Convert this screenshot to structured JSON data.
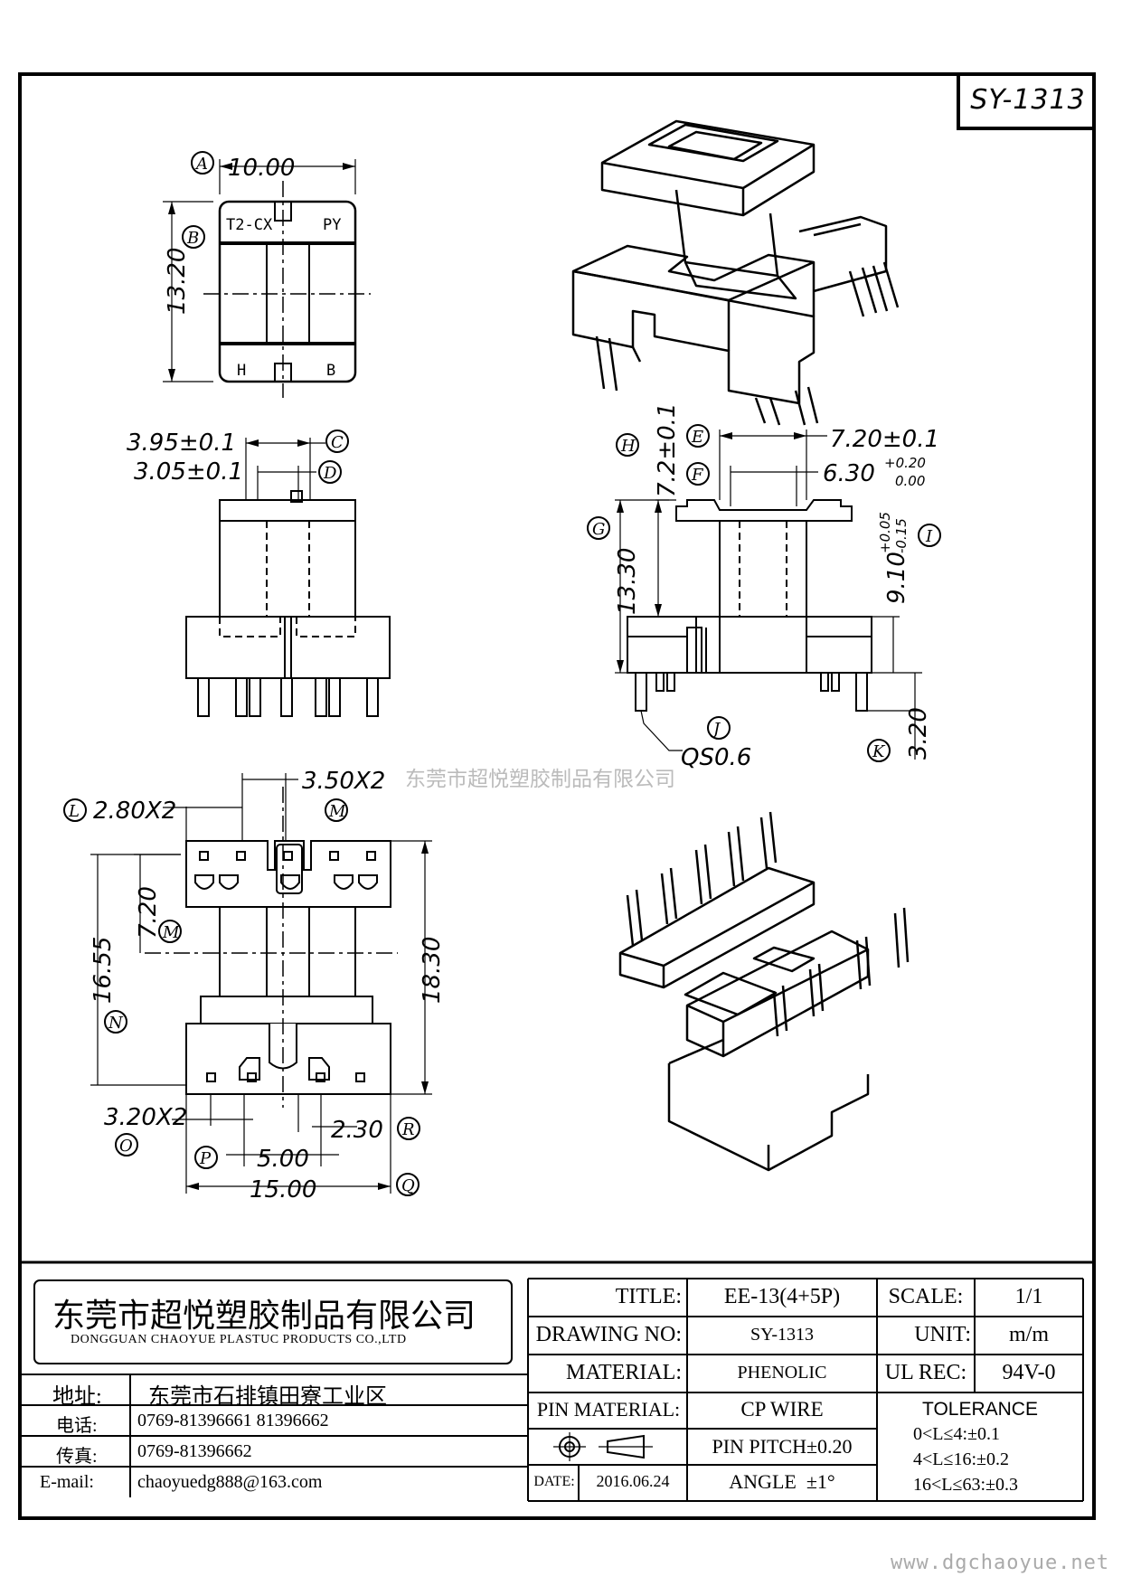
{
  "part_number": "SY-1313",
  "watermark": "东莞市超悦塑胶制品有限公司",
  "website": "www.dgchaoyue.net",
  "top_view": {
    "width_dim": "10.00",
    "height_dim": "13.20",
    "corner_labels": [
      "T2-CX",
      "PY",
      "H",
      "B"
    ],
    "markers": [
      "A",
      "B"
    ]
  },
  "front_view": {
    "dim_c": "3.95±0.1",
    "dim_d": "3.05±0.1",
    "markers": [
      "C",
      "D"
    ]
  },
  "side_view": {
    "dim_e": "7.20±0.1",
    "dim_f": "6.30",
    "dim_f_tol_upper": "+0.20",
    "dim_f_tol_lower": "0.00",
    "dim_h": "7.2±0.1",
    "dim_g": "13.30",
    "dim_i": "9.10",
    "dim_i_tol_upper": "+0.05",
    "dim_i_tol_lower": "-0.15",
    "dim_k": "3.20",
    "dim_j": "QS0.6",
    "markers": [
      "E",
      "F",
      "H",
      "G",
      "I",
      "J",
      "K"
    ]
  },
  "bottom_view": {
    "dim_l": "2.80X2",
    "dim_m_top": "3.50X2",
    "dim_m_side": "7.20",
    "dim_n": "16.55",
    "dim_total_height": "18.30",
    "dim_o": "3.20X2",
    "dim_r": "2.30",
    "dim_p": "5.00",
    "dim_q": "15.00",
    "markers": [
      "L",
      "M",
      "M",
      "N",
      "O",
      "P",
      "Q",
      "R"
    ]
  },
  "title_block": {
    "company_cn": "东莞市超悦塑胶制品有限公司",
    "company_en": "DONGGUAN CHAOYUE PLASTUC PRODUCTS CO.,LTD",
    "address_label": "地址:",
    "address": "东莞市石排镇田寮工业区",
    "phone_label": "电话:",
    "phone": "0769-81396661   81396662",
    "fax_label": "传真:",
    "fax": "0769-81396662",
    "email_label": "E-mail:",
    "email": "chaoyuedg888@163.com",
    "title_label": "TITLE:",
    "title": "EE-13(4+5P)",
    "drawing_no_label": "DRAWING NO:",
    "drawing_no": "SY-1313",
    "material_label": "MATERIAL:",
    "material": "PHENOLIC",
    "pin_material_label": "PIN MATERIAL:",
    "pin_material": "CP WIRE",
    "pin_pitch": "PIN PITCH±0.20",
    "date_label": "DATE:",
    "date": "2016.06.24",
    "angle": "ANGLE  ±1°",
    "scale_label": "SCALE:",
    "scale": "1/1",
    "unit_label": "UNIT:",
    "unit": "m/m",
    "ul_label": "UL REC:",
    "ul": "94V-0",
    "tolerance_label": "TOLERANCE",
    "tolerances": [
      "0<L≤4:±0.1",
      "4<L≤16:±0.2",
      "16<L≤63:±0.3"
    ]
  }
}
